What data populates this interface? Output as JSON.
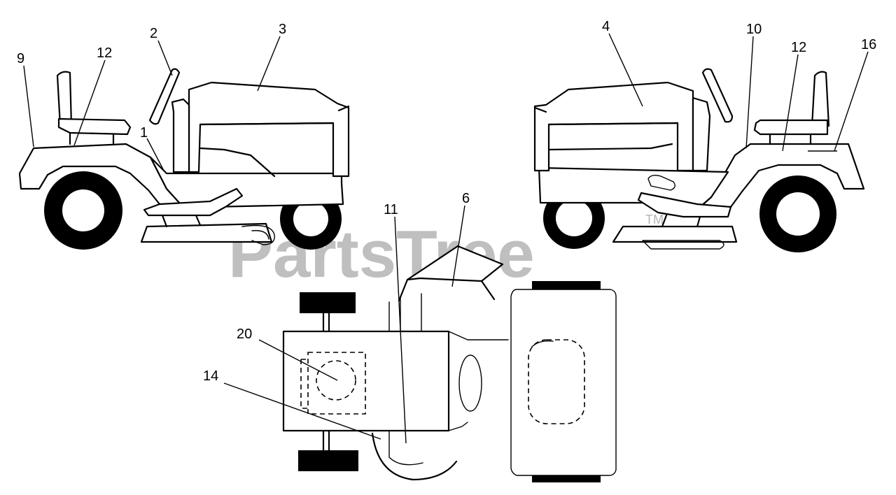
{
  "watermark": {
    "text": "PartsTree",
    "trademark": "TM"
  },
  "callouts": [
    {
      "id": "c1",
      "label": "1"
    },
    {
      "id": "c2",
      "label": "2"
    },
    {
      "id": "c3",
      "label": "3"
    },
    {
      "id": "c4",
      "label": "4"
    },
    {
      "id": "c6",
      "label": "6"
    },
    {
      "id": "c9",
      "label": "9"
    },
    {
      "id": "c10",
      "label": "10"
    },
    {
      "id": "c11",
      "label": "11"
    },
    {
      "id": "c12a",
      "label": "12"
    },
    {
      "id": "c12b",
      "label": "12"
    },
    {
      "id": "c14",
      "label": "14"
    },
    {
      "id": "c16",
      "label": "16"
    },
    {
      "id": "c20",
      "label": "20"
    }
  ]
}
